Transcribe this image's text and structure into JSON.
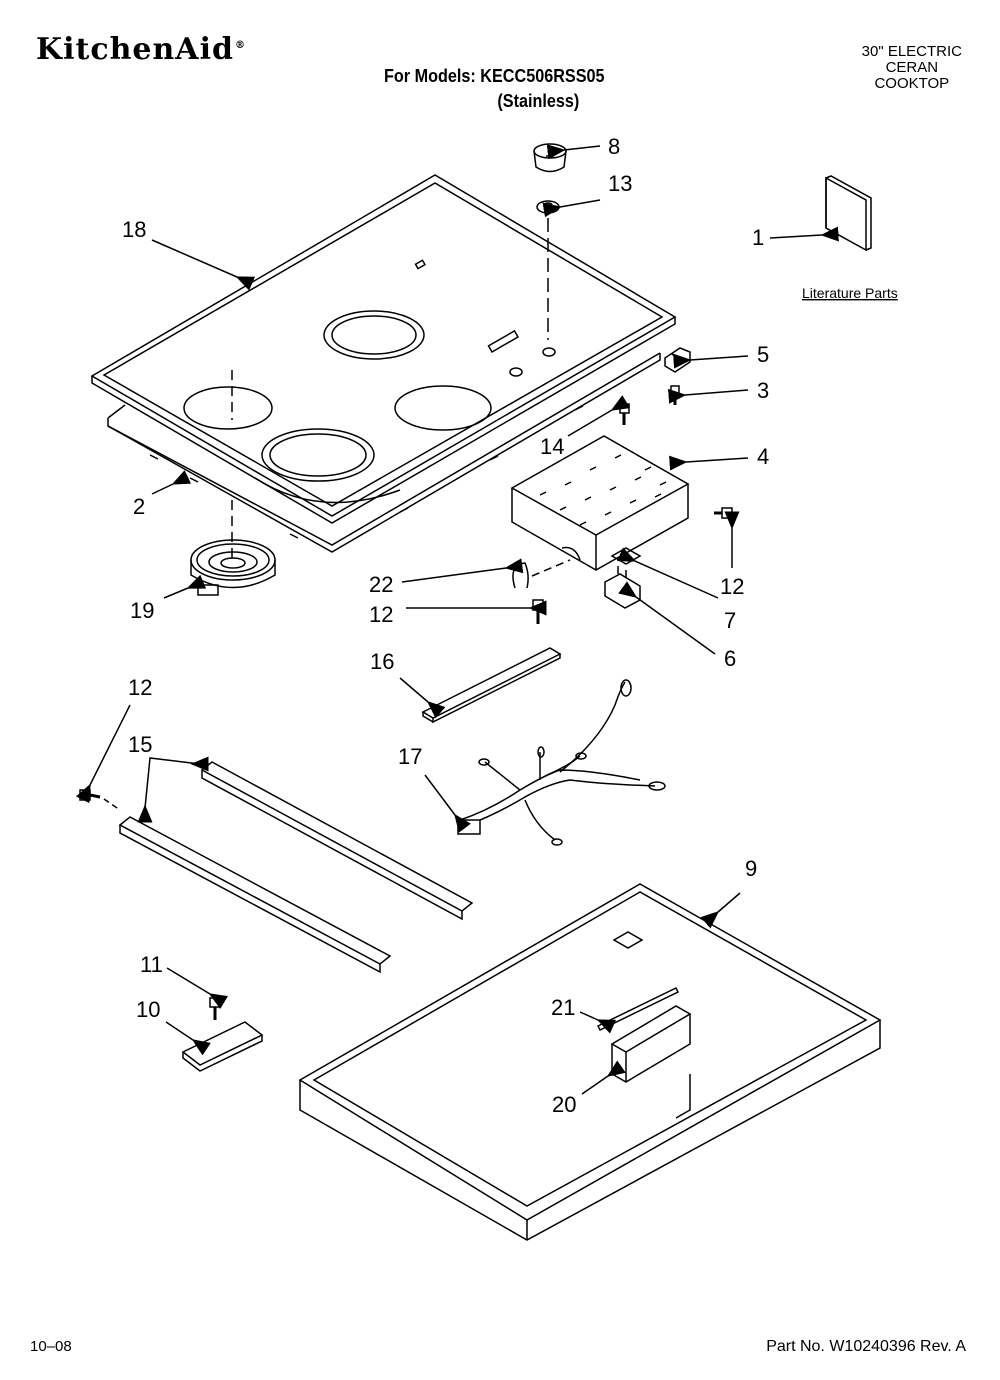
{
  "header": {
    "brand": "KitchenAid",
    "brand_mark": "®",
    "models_line1": "For Models: KECC506RSS05",
    "models_line2": "(Stainless)",
    "product_line1": "30\" ELECTRIC",
    "product_line2": "CERAN",
    "product_line3": "COOKTOP"
  },
  "literature_label": "Literature Parts",
  "callouts": {
    "c1": "1",
    "c2": "2",
    "c3": "3",
    "c4": "4",
    "c5": "5",
    "c6": "6",
    "c7": "7",
    "c8": "8",
    "c9": "9",
    "c10": "10",
    "c11": "11",
    "c12a": "12",
    "c12b": "12",
    "c12c": "12",
    "c13": "13",
    "c14": "14",
    "c15": "15",
    "c16": "16",
    "c17": "17",
    "c18": "18",
    "c19": "19",
    "c20": "20",
    "c21": "21",
    "c22": "22"
  },
  "footer": {
    "date": "10–08",
    "part_number": "Part No. W10240396 Rev. A"
  }
}
